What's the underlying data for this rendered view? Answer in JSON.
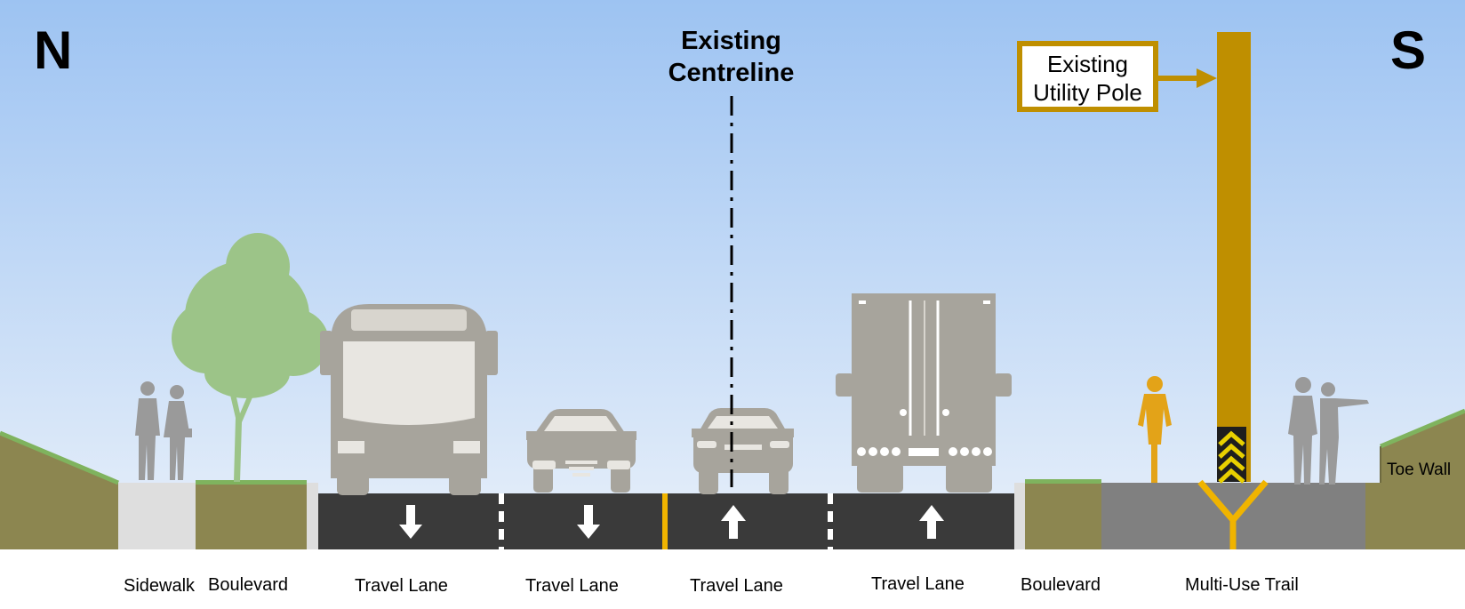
{
  "directions": {
    "left": "N",
    "right": "S"
  },
  "centreline": {
    "line1": "Existing",
    "line2": "Centreline"
  },
  "utility_pole": {
    "line1": "Existing",
    "line2": "Utility Pole"
  },
  "toe_wall": "Toe Wall",
  "segments": {
    "sidewalk": "Sidewalk",
    "boulevard_left": "Boulevard",
    "lane1": "Travel Lane",
    "lane2": "Travel Lane",
    "lane3": "Travel Lane",
    "lane4": "Travel Lane",
    "boulevard_right": "Boulevard",
    "trail": "Multi-Use Trail"
  },
  "lane_directions": [
    "down",
    "down",
    "up",
    "up"
  ],
  "colors": {
    "sky_top": "#9dc3f2",
    "sky_bottom": "#e8f0fa",
    "pavement": "#3a3a3a",
    "grass": "#8c8650",
    "sidewalk": "#dedede",
    "trail": "#808080",
    "utility_pole": "#bf8f00",
    "vehicle": "#a7a49c",
    "tree": "#9cc488",
    "pedestrian": "#9a9a9a",
    "cyclist": "#e3a318",
    "centre_line": "#f0b400"
  }
}
